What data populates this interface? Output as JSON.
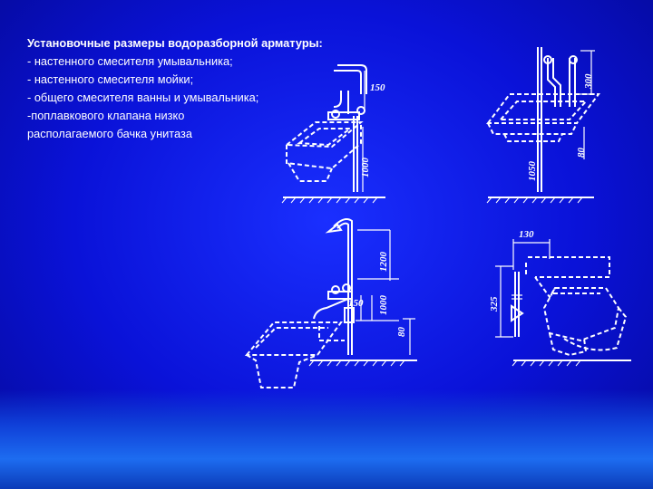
{
  "caption": {
    "title": "Установочные размеры водоразборной арматуры:",
    "items": [
      "- настенного смесителя умывальника;",
      "- настенного смесителя мойки;",
      "- общего смесителя ванны и умывальника;",
      "-поплавкового клапана низко",
      "  располагаемого бачка унитаза"
    ]
  },
  "dimensions": {
    "washbasin": {
      "spout": "150",
      "height": "1000"
    },
    "sink": {
      "top": "300",
      "height": "1050",
      "bottom": "80"
    },
    "bath": {
      "shower": "1200",
      "spout": "150",
      "mixer": "1000",
      "bottom": "80"
    },
    "toilet": {
      "width": "130",
      "height": "325"
    }
  }
}
